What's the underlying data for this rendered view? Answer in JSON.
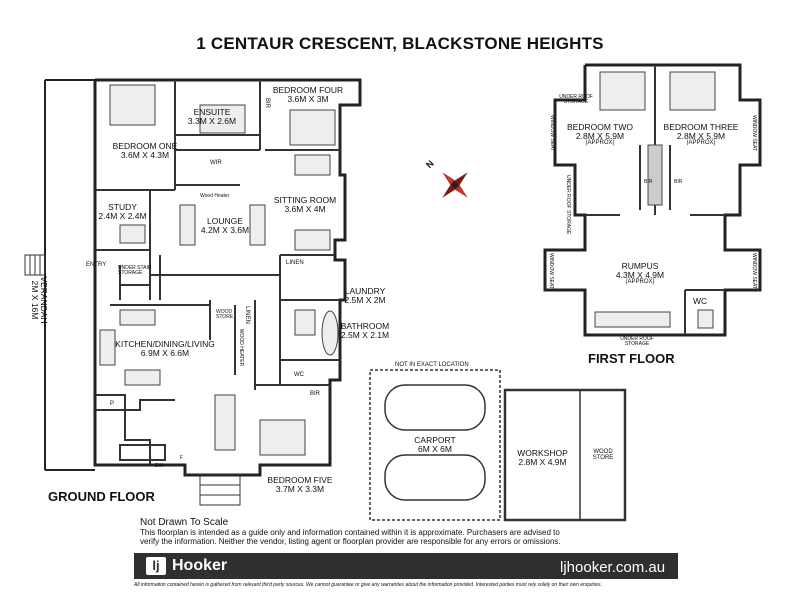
{
  "title": "1 CENTAUR CRESCENT,  BLACKSTONE HEIGHTS",
  "ground_floor": {
    "label": "GROUND FLOOR",
    "rooms": {
      "bedroom_one": {
        "name": "BEDROOM ONE",
        "size": "3.6M X 4.3M"
      },
      "ensuite": {
        "name": "ENSUITE",
        "size": "3.3M X 2.6M"
      },
      "bedroom_four": {
        "name": "BEDROOM FOUR",
        "size": "3.6M X 3M"
      },
      "wir": "WIR",
      "bir_a": "BIR",
      "study": {
        "name": "STUDY",
        "size": "2.4M X 2.4M"
      },
      "lounge": {
        "name": "LOUNGE",
        "size": "4.2M X 3.6M"
      },
      "wood_heater": "Wood Heater",
      "sitting_room": {
        "name": "SITTING ROOM",
        "size": "3.6M X 4M"
      },
      "verandah": {
        "name": "VERANDAH",
        "size": "2M X 16M"
      },
      "entry": "ENTRY",
      "under_stair_storage": "UNDER STAIR STORAGE",
      "linen_a": "LINEN",
      "linen_b": "LINEN",
      "laundry": {
        "name": "LAUNDRY",
        "size": "2.5M X 2M"
      },
      "kitchen": {
        "name": "KITCHEN/DINING/LIVING",
        "size": "6.9M X 6.6M"
      },
      "wood_store": "WOOD STORE",
      "wood_heater_b": "WOOD HEATER",
      "bathroom": {
        "name": "BATHROOM",
        "size": "2.5M X 2.1M"
      },
      "wc": "WC",
      "bir_b": "BIR",
      "pantry": "P",
      "dw": "DW",
      "fridge": "F",
      "bedroom_five": {
        "name": "BEDROOM FIVE",
        "size": "3.7M X 3.3M"
      }
    }
  },
  "first_floor": {
    "label": "FIRST FLOOR",
    "rooms": {
      "bedroom_two": {
        "name": "BEDROOM TWO",
        "size": "2.8M X 5.9M",
        "note": "(APPROX)"
      },
      "bedroom_three": {
        "name": "BEDROOM THREE",
        "size": "2.8M X 5.9M",
        "note": "(APPROX)"
      },
      "under_roof_storage_top": "UNDER ROOF STORAGE",
      "under_roof_storage_side": "UNDER ROOF STORAGE",
      "under_roof_storage_bottom": "UNDER ROOF STORAGE",
      "window_seat": "WINDOW SEAT",
      "bir": "BIR",
      "rumpus": {
        "name": "RUMPUS",
        "size": "4.3M X 4.9M",
        "note": "(APPROX)"
      },
      "wc": "WC"
    }
  },
  "carport": {
    "name": "CARPORT",
    "size": "6M X 6M",
    "note": "NOT IN EXACT LOCATION"
  },
  "workshop": {
    "name": "WORKSHOP",
    "size": "2.8M X 4.9M"
  },
  "wood_store": "WOOD STORE",
  "compass_label": "N",
  "not_to_scale": "Not Drawn To Scale",
  "disclaimer": "This floorplan is intended as a guide only and information contained within it is approximate. Purchasers are advised to verify the information. Neither the vendor, listing agent or floorplan provider are responsible for any errors or omissions.",
  "brand": {
    "logo_mark": "lj",
    "name": "Hooker",
    "website": "ljhooker.com.au",
    "footer_color": "#2f2f2f"
  },
  "fine_print": "All information contained herein is gathered from relevant third party sources. We cannot guarantee or give any warranties about the information provided. Interested parties must rely solely on their own enquiries."
}
